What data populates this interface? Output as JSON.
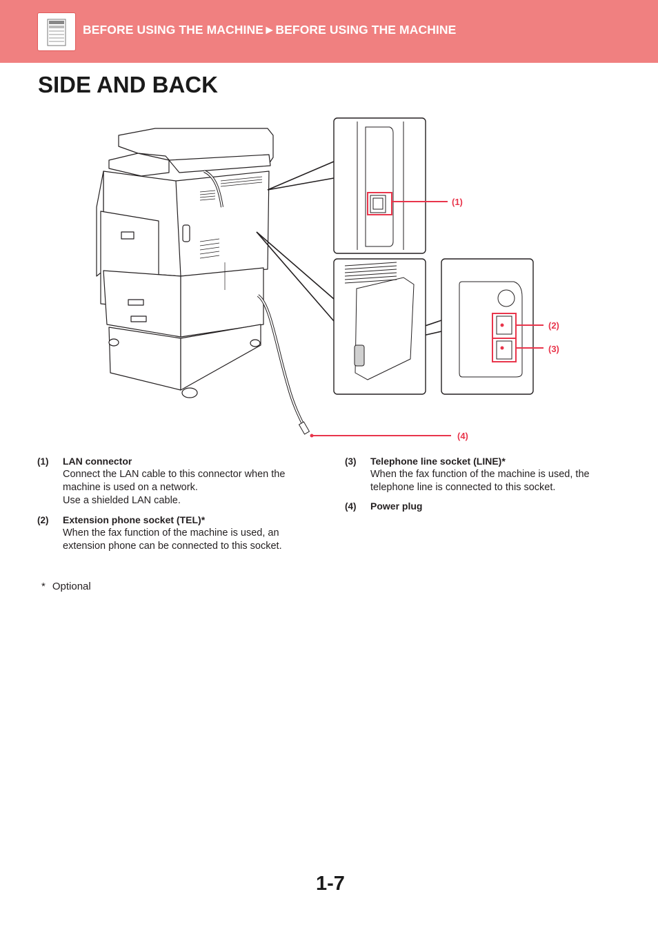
{
  "header": {
    "breadcrumb": "BEFORE USING THE MACHINE►BEFORE USING THE MACHINE",
    "icon": "printer-icon",
    "color": "#f08080"
  },
  "page_title": "SIDE AND BACK",
  "figure": {
    "accent_color": "#e8354b",
    "callouts": [
      {
        "label": "(1)"
      },
      {
        "label": "(2)"
      },
      {
        "label": "(3)"
      },
      {
        "label": "(4)"
      }
    ]
  },
  "items": [
    {
      "num": "(1)",
      "title": "LAN connector",
      "desc": "Connect the LAN cable to this connector when the\nmachine is used on a network.\nUse a shielded LAN cable."
    },
    {
      "num": "(2)",
      "title": "Extension phone socket (TEL)*",
      "desc": "When the fax function of the machine is used, an\nextension phone can be connected to this socket."
    },
    {
      "num": "(3)",
      "title": "Telephone line socket (LINE)*",
      "desc": "When the fax function of the machine is used, the\ntelephone line is connected to this socket."
    },
    {
      "num": "(4)",
      "title": "Power plug",
      "desc": ""
    }
  ],
  "footnote": {
    "mark": "*",
    "text": "Optional"
  },
  "page_number": "1-7"
}
